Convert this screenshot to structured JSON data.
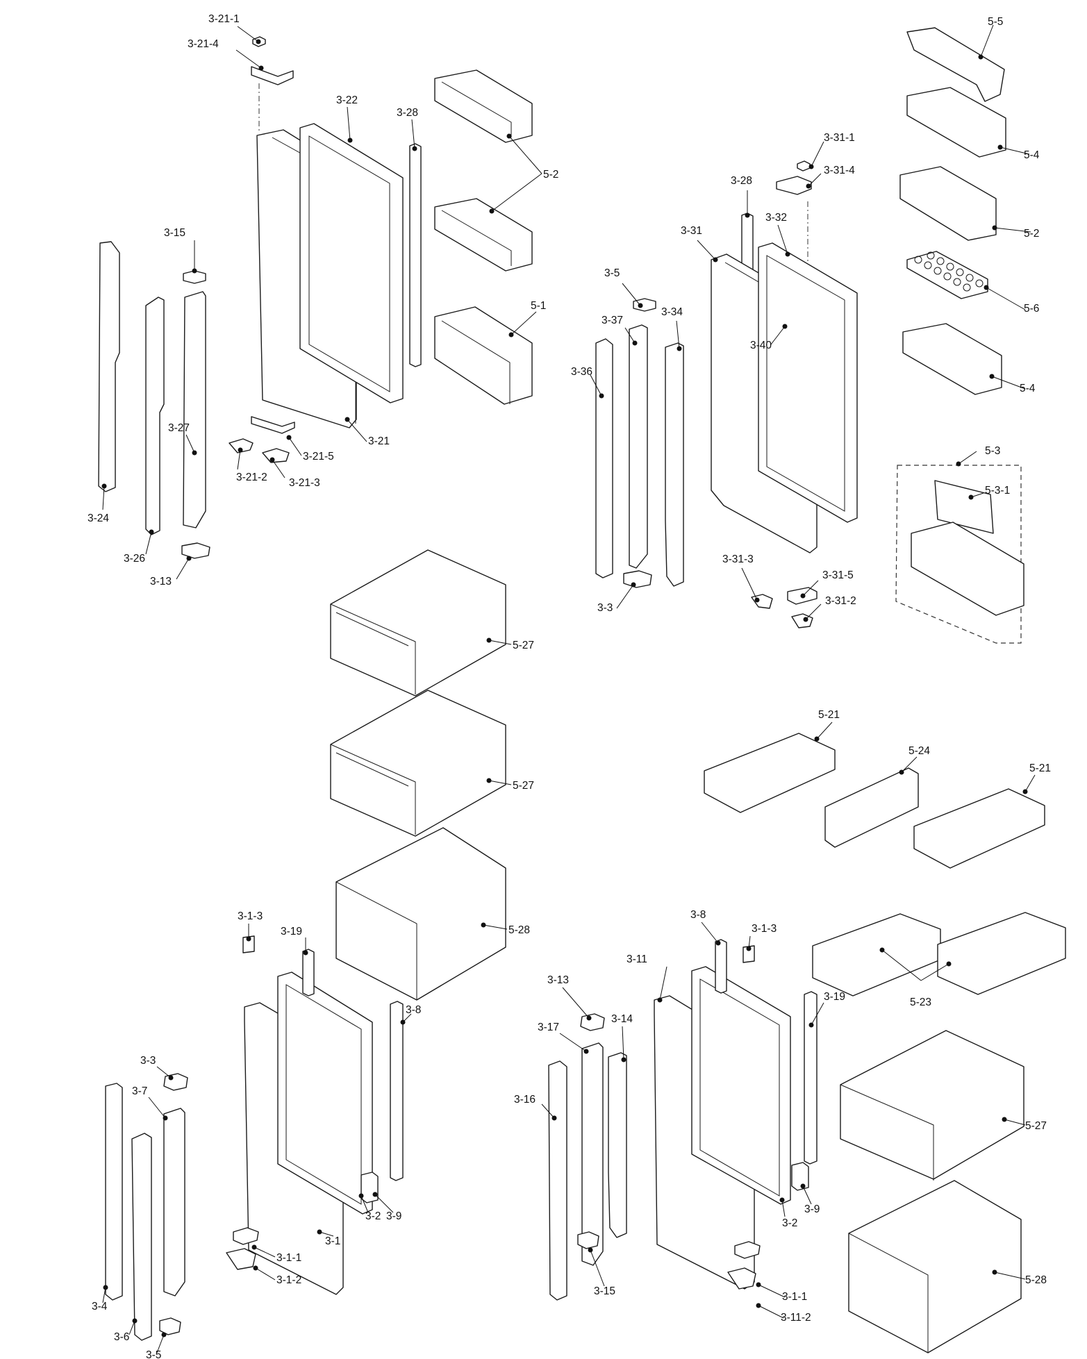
{
  "labels": {
    "p3_21_1": "3-21-1",
    "p3_21_4": "3-21-4",
    "p3_22": "3-22",
    "p3_28_left": "3-28",
    "p5_2_left": "5-2",
    "p3_15_top": "3-15",
    "p5_1": "5-1",
    "p3_27": "3-27",
    "p3_21": "3-21",
    "p3_21_5": "3-21-5",
    "p3_21_2": "3-21-2",
    "p3_21_3": "3-21-3",
    "p3_24": "3-24",
    "p3_26": "3-26",
    "p3_13_left": "3-13",
    "p5_5": "5-5",
    "p5_4_a": "5-4",
    "p3_31_1": "3-31-1",
    "p3_31_4": "3-31-4",
    "p3_28_right": "3-28",
    "p3_31": "3-31",
    "p3_32": "3-32",
    "p5_2_right": "5-2",
    "p5_6": "5-6",
    "p3_5_mid": "3-5",
    "p3_37": "3-37",
    "p3_34": "3-34",
    "p3_40": "3-40",
    "p5_4_b": "5-4",
    "p3_36": "3-36",
    "p5_3": "5-3",
    "p5_3_1": "5-3-1",
    "p3_31_3": "3-31-3",
    "p3_31_5": "3-31-5",
    "p3_31_2": "3-31-2",
    "p3_3_mid": "3-3",
    "p5_27_a": "5-27",
    "p5_27_b": "5-27",
    "p5_28_mid": "5-28",
    "p5_21_a": "5-21",
    "p5_24": "5-24",
    "p5_21_b": "5-21",
    "p3_1_3_left": "3-1-3",
    "p3_19_left": "3-19",
    "p3_8_left": "3-8",
    "p3_3_bottom": "3-3",
    "p3_7": "3-7",
    "p3_9_left": "3-9",
    "p3_2_left": "3-2",
    "p3_1": "3-1",
    "p3_1_1_left": "3-1-1",
    "p3_1_2": "3-1-2",
    "p3_4": "3-4",
    "p3_6": "3-6",
    "p3_5_bottom": "3-5",
    "p3_8_right": "3-8",
    "p3_1_3_right": "3-1-3",
    "p3_11": "3-11",
    "p3_13_bottom": "3-13",
    "p3_17": "3-17",
    "p3_14": "3-14",
    "p3_16": "3-16",
    "p3_19_right": "3-19",
    "p5_23": "5-23",
    "p5_27_c": "5-27",
    "p3_9_right": "3-9",
    "p3_2_right": "3-2",
    "p3_15_bottom": "3-15",
    "p3_1_1_right": "3-1-1",
    "p3_11_2": "3-11-2",
    "p5_28_right": "5-28"
  }
}
